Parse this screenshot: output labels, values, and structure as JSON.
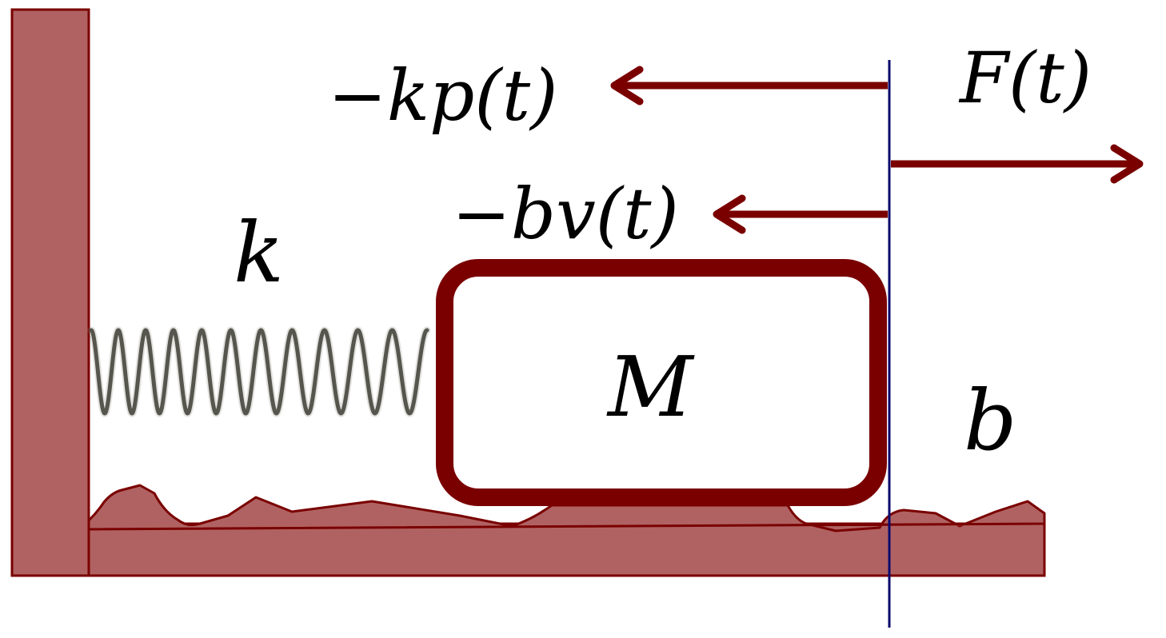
{
  "labels": {
    "spring_constant": "k",
    "mass": "M",
    "damping": "b",
    "spring_force": "−kp(t)",
    "damping_force": "−bv(t)",
    "applied_force": "F(t)"
  },
  "colors": {
    "wall_fill": "#b06262",
    "wall_stroke": "#7a0000",
    "arrow": "#7a0000",
    "mass_stroke": "#7a0000",
    "reference_line": "#0a0a6e",
    "spring": "#3a3a34",
    "text": "#000000"
  }
}
